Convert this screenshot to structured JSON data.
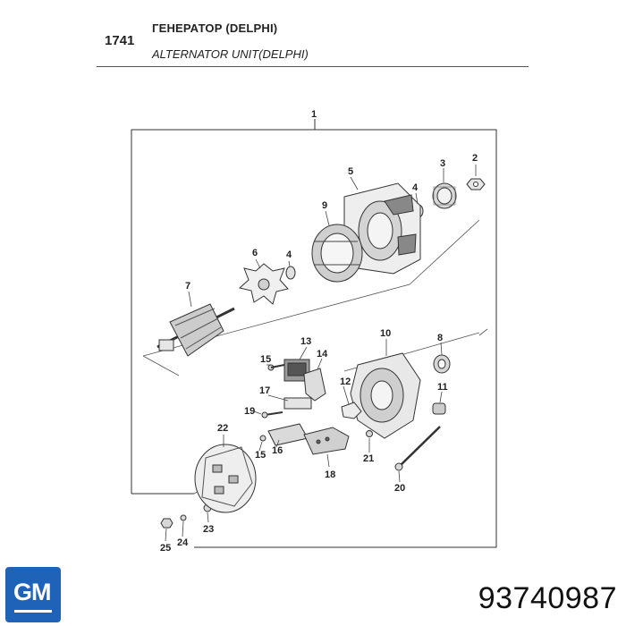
{
  "header": {
    "code": "1741",
    "title_ru": "ГЕНЕРАТОР (DELPHI)",
    "title_en": "ALTERNATOR UNIT(DELPHI)"
  },
  "diagram": {
    "callouts": [
      "1",
      "2",
      "3",
      "4",
      "5",
      "9",
      "4",
      "6",
      "7",
      "10",
      "8",
      "13",
      "14",
      "15",
      "17",
      "12",
      "11",
      "19",
      "22",
      "16",
      "15",
      "18",
      "21",
      "20",
      "23",
      "24",
      "25"
    ]
  },
  "brand": {
    "logo_text": "GM",
    "logo_color": "#1f63b8"
  },
  "footer": {
    "part_number": "93740987"
  }
}
